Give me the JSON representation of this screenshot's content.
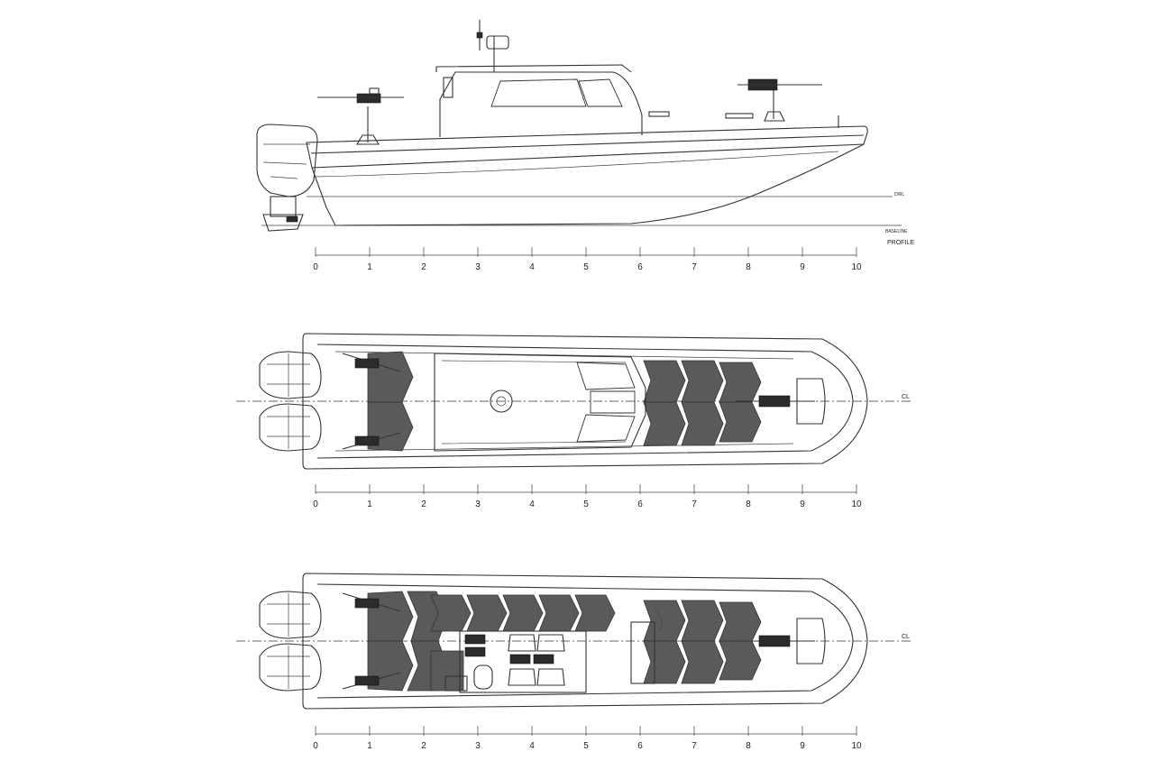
{
  "profile_view": {
    "dwl_label": "DWL",
    "baseline_label": "BASELINE",
    "title": "PROFILE"
  },
  "plan_views": {
    "centerline_label": "CL"
  },
  "scale": {
    "ticks": [
      "0",
      "1",
      "2",
      "3",
      "4",
      "5",
      "6",
      "7",
      "8",
      "9",
      "10"
    ]
  },
  "colors": {
    "line": "#333333",
    "deck_pad": "#5a5a5a",
    "background": "#ffffff"
  }
}
